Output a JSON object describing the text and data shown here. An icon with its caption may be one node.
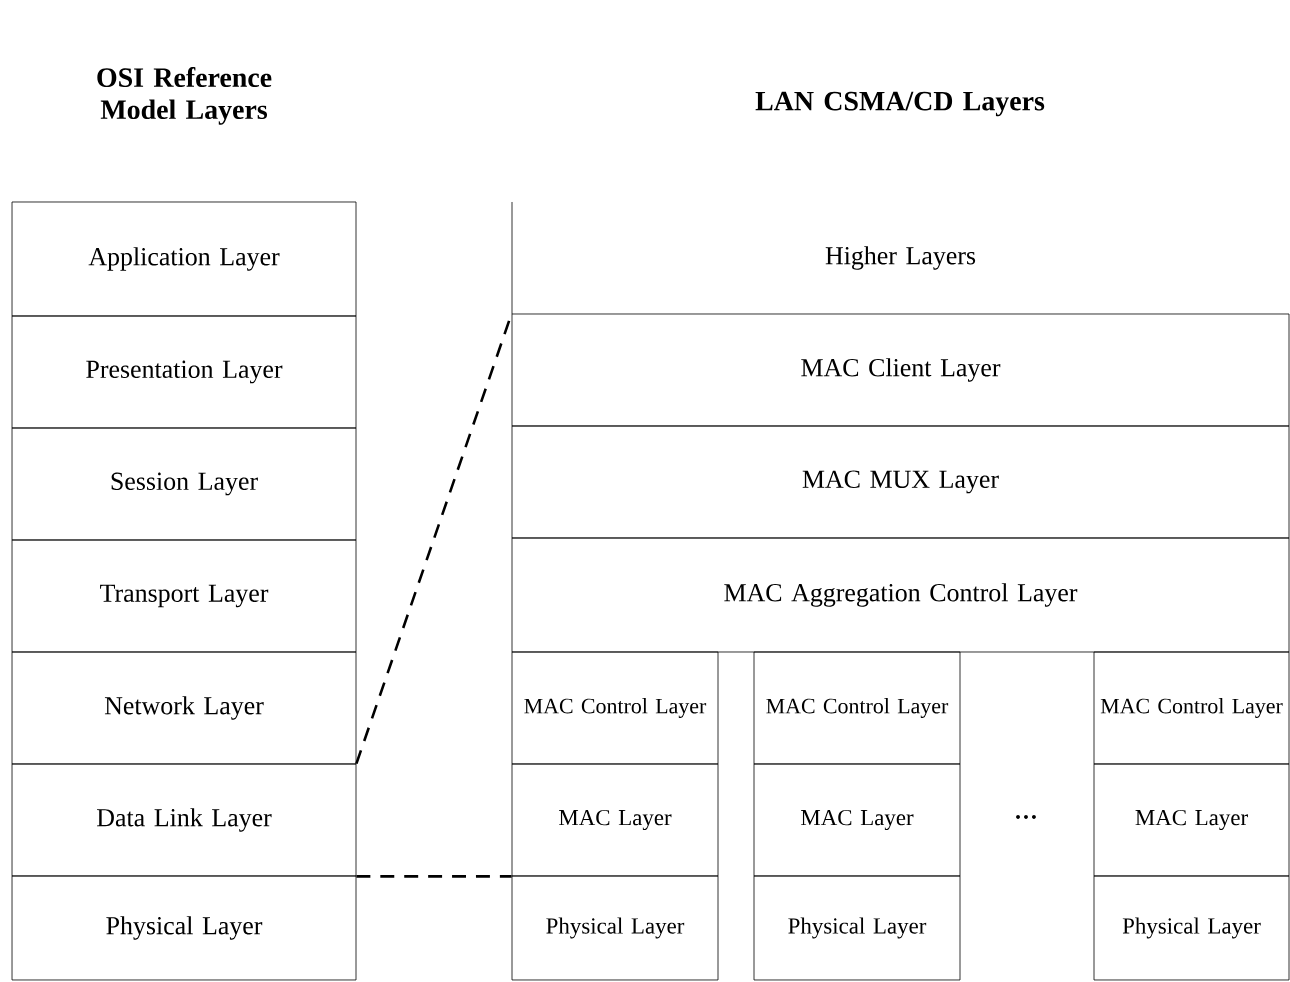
{
  "diagram": {
    "nodes": [
      {
        "text": [
          "Application Layer"
        ]
      },
      {
        "text": [
          "Presentation Layer"
        ]
      },
      {
        "text": [
          "Session Layer"
        ]
      },
      {
        "text": [
          "Transport Layer"
        ]
      },
      {
        "text": [
          "Network Layer"
        ]
      },
      {
        "text": [
          "Data Link Layer"
        ]
      },
      {
        "text": [
          "Physical Layer"
        ]
      },
      {
        "text": [
          "Higher Layers"
        ]
      },
      {
        "text": [
          "MAC Client Layer"
        ]
      },
      {
        "text": [
          "MAC MUX Layer"
        ]
      },
      {
        "text": [
          "MAC Aggregation Control Layer"
        ]
      },
      {
        "text": [
          "MAC Control Layer"
        ]
      },
      {
        "text": [
          "MAC Control Layer"
        ]
      },
      {
        "text": [
          "MAC Control Layer"
        ]
      },
      {
        "text": [
          "MAC Layer"
        ]
      },
      {
        "text": [
          "MAC Layer"
        ]
      },
      {
        "text": [
          "MAC Layer"
        ]
      },
      {
        "text": [
          "Physical Layer"
        ]
      },
      {
        "text": [
          "Physical Layer"
        ]
      },
      {
        "text": [
          "Physical Layer"
        ]
      }
    ],
    "edges": [
      {
        "from": 5,
        "to": 8,
        "arrow": "none",
        "style": "dashed"
      },
      {
        "from": 5,
        "to": 14,
        "arrow": "none",
        "style": "dashed"
      }
    ],
    "labels": [
      "OSI Reference Model Layers",
      "LAN CSMA/CD Layers",
      "···"
    ]
  }
}
